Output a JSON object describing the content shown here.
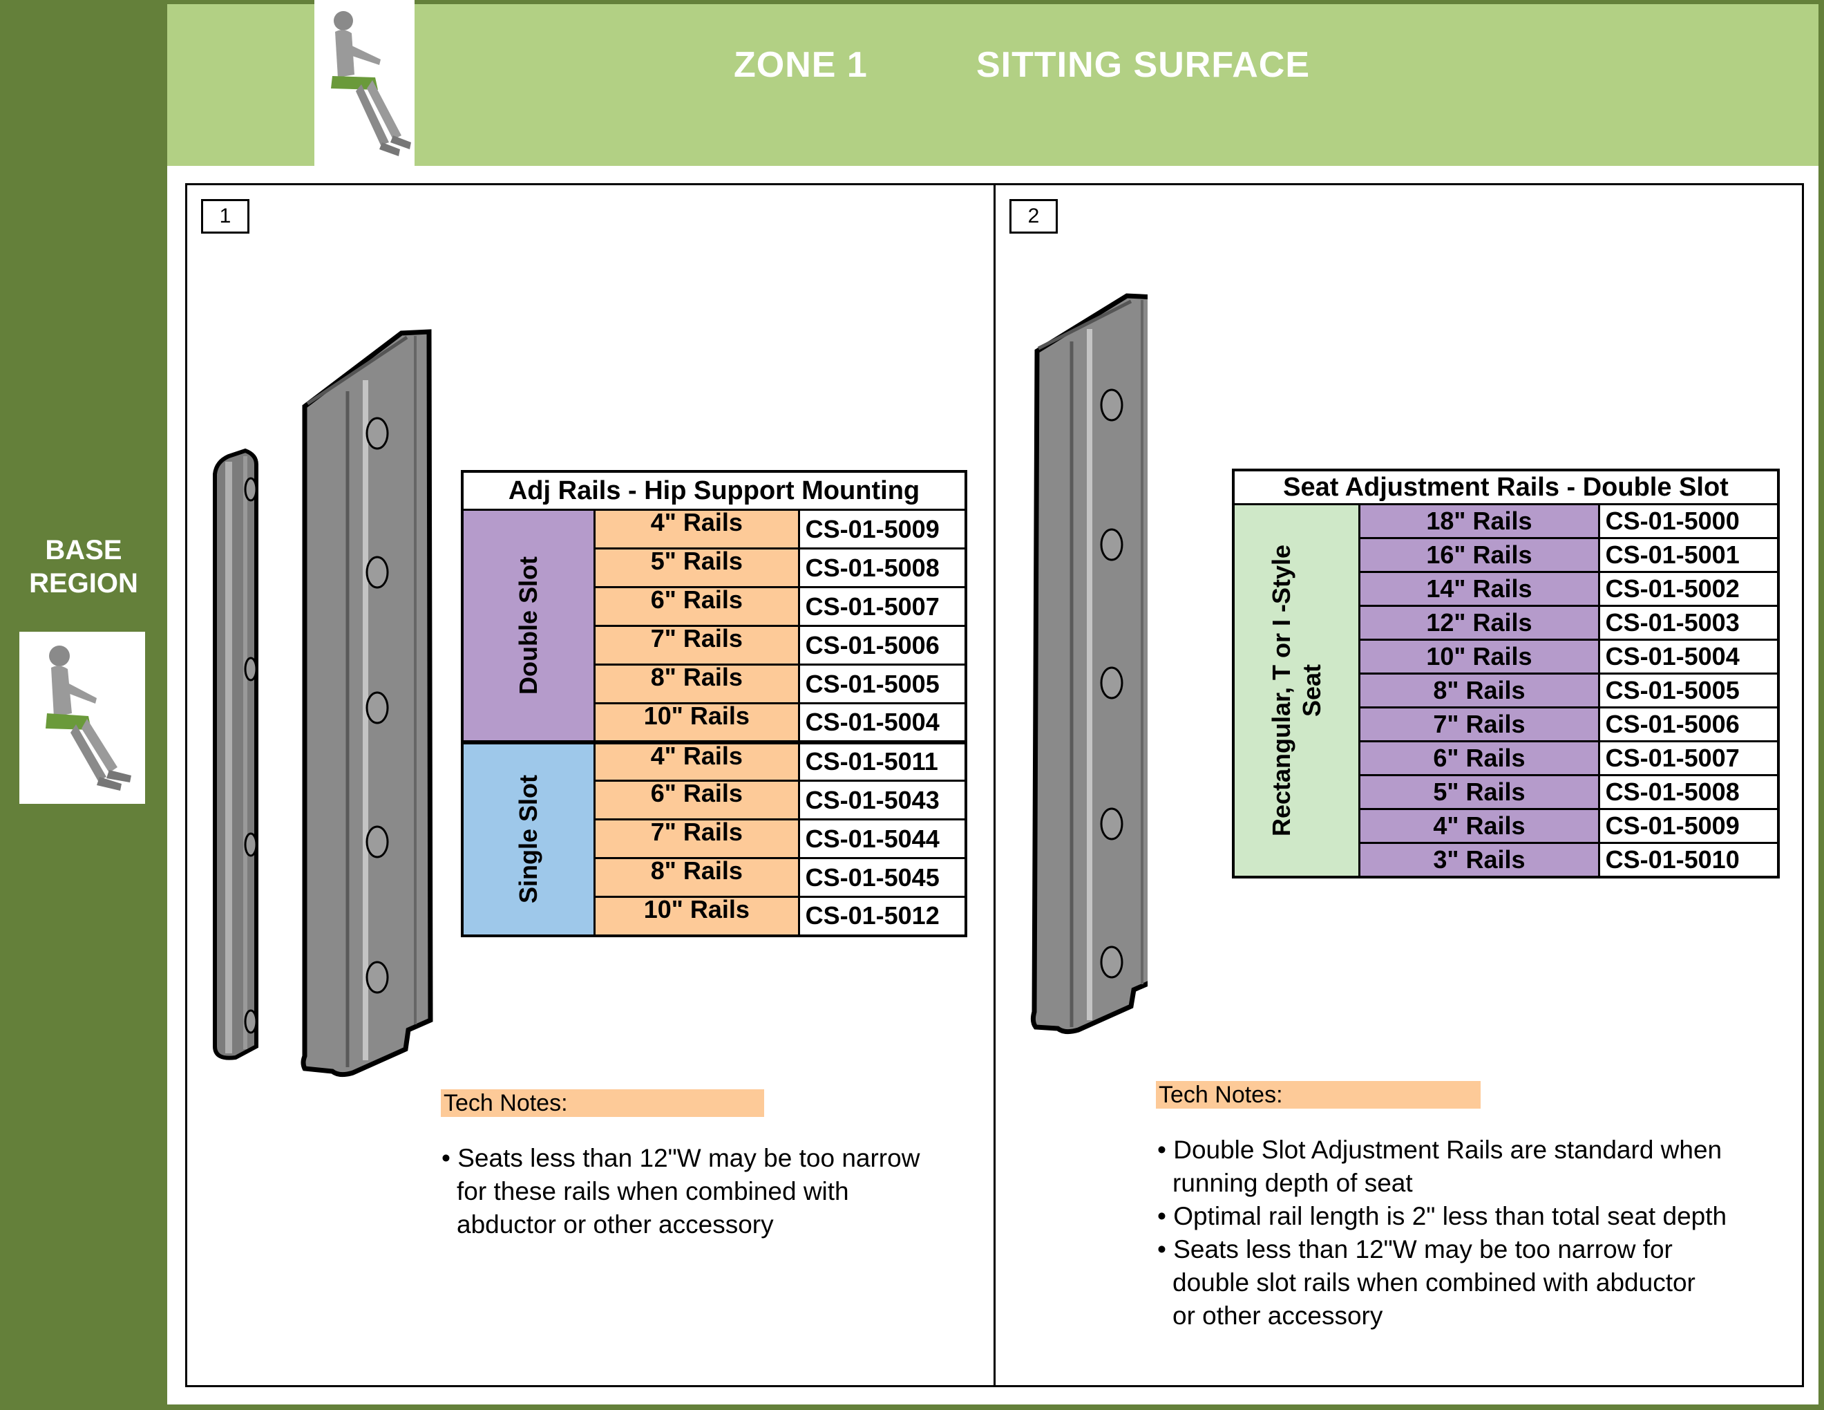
{
  "header": {
    "zone": "ZONE 1",
    "title": "SITTING SURFACE",
    "thumbnail_icon": "seated-figure-icon"
  },
  "sidebar": {
    "region_line1": "BASE",
    "region_line2": "REGION",
    "thumbnail_icon": "seated-figure-icon"
  },
  "colors": {
    "dark_green": "#64803a",
    "light_green": "#b2d084",
    "orange": "#fdca98",
    "purple": "#b59bcb",
    "blue": "#9ec8ea",
    "pale_green": "#cfe8c8"
  },
  "panel1": {
    "number": "1",
    "table": {
      "title": "Adj Rails - Hip Support Mounting",
      "groups": [
        {
          "label": "Double Slot",
          "rows": [
            {
              "rail": "4\" Rails",
              "part": "CS-01-5009"
            },
            {
              "rail": "5\" Rails",
              "part": "CS-01-5008"
            },
            {
              "rail": "6\" Rails",
              "part": "CS-01-5007"
            },
            {
              "rail": "7\" Rails",
              "part": "CS-01-5006"
            },
            {
              "rail": "8\" Rails",
              "part": "CS-01-5005"
            },
            {
              "rail": "10\" Rails",
              "part": "CS-01-5004"
            }
          ]
        },
        {
          "label": "Single Slot",
          "rows": [
            {
              "rail": "4\" Rails",
              "part": "CS-01-5011"
            },
            {
              "rail": "6\" Rails",
              "part": "CS-01-5043"
            },
            {
              "rail": "7\" Rails",
              "part": "CS-01-5044"
            },
            {
              "rail": "8\" Rails",
              "part": "CS-01-5045"
            },
            {
              "rail": "10\" Rails",
              "part": "CS-01-5012"
            }
          ]
        }
      ]
    },
    "tech_label": "Tech Notes:",
    "notes": [
      {
        "first": "• Seats less than 12\"W may be too narrow",
        "rest": [
          "for these rails when combined with",
          "abductor or other accessory"
        ]
      }
    ]
  },
  "panel2": {
    "number": "2",
    "table": {
      "title": "Seat Adjustment Rails - Double Slot",
      "group_line1": "Rectangular, T or I -Style",
      "group_line2": "Seat",
      "rows": [
        {
          "rail": "18\" Rails",
          "part": "CS-01-5000"
        },
        {
          "rail": "16\" Rails",
          "part": "CS-01-5001"
        },
        {
          "rail": "14\" Rails",
          "part": "CS-01-5002"
        },
        {
          "rail": "12\" Rails",
          "part": "CS-01-5003"
        },
        {
          "rail": "10\" Rails",
          "part": "CS-01-5004"
        },
        {
          "rail": "8\" Rails",
          "part": "CS-01-5005"
        },
        {
          "rail": "7\" Rails",
          "part": "CS-01-5006"
        },
        {
          "rail": "6\" Rails",
          "part": "CS-01-5007"
        },
        {
          "rail": "5\" Rails",
          "part": "CS-01-5008"
        },
        {
          "rail": "4\" Rails",
          "part": "CS-01-5009"
        },
        {
          "rail": "3\" Rails",
          "part": "CS-01-5010"
        }
      ]
    },
    "tech_label": "Tech Notes:",
    "notes": [
      {
        "first": "• Double Slot Adjustment Rails are standard when",
        "rest": [
          "running depth of seat"
        ]
      },
      {
        "first": "• Optimal rail length is 2\" less than total seat depth",
        "rest": []
      },
      {
        "first": "• Seats less than 12\"W may be too narrow for",
        "rest": [
          "double slot rails when combined with abductor",
          "or other accessory"
        ]
      }
    ]
  }
}
